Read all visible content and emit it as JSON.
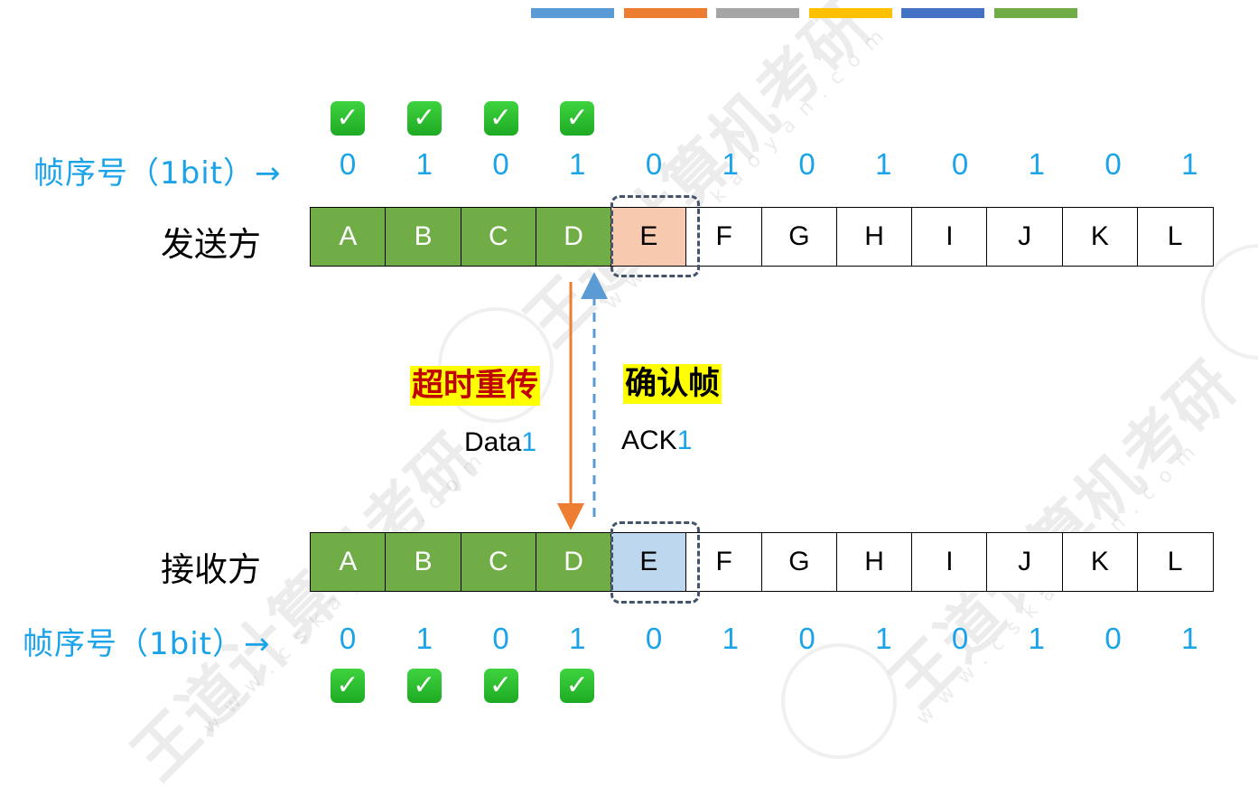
{
  "top_bar_colors": [
    "#5b9bd5",
    "#ed7d31",
    "#a5a5a5",
    "#ffc000",
    "#4472c4",
    "#70ad47"
  ],
  "sequence_label": "帧序号（1bit）→",
  "sequence_numbers": [
    "0",
    "1",
    "0",
    "1",
    "0",
    "1",
    "0",
    "1",
    "0",
    "1",
    "0",
    "1"
  ],
  "sender": {
    "label": "发送方",
    "acked_count": 4,
    "current_index": 4
  },
  "receiver": {
    "label": "接收方",
    "received_count": 4,
    "current_index": 4
  },
  "frames": [
    "A",
    "B",
    "C",
    "D",
    "E",
    "F",
    "G",
    "H",
    "I",
    "J",
    "K",
    "L"
  ],
  "check_mark": "✓",
  "timeout_label": "超时重传",
  "ack_frame_label": "确认帧",
  "data_message": {
    "text": "Data",
    "seq": "1"
  },
  "ack_message": {
    "text": "ACK",
    "seq": "1"
  },
  "watermark": {
    "url": "www.cskaoyan.com",
    "brand": "王道计算机考研"
  },
  "colors": {
    "accent_blue": "#1aa3e8",
    "frame_green": "#70ad47",
    "sender_window": "#f7c9ae",
    "receiver_window": "#bdd7ee",
    "data_arrow": "#ed7d31",
    "ack_arrow": "#5b9bd5",
    "timeout_text": "#c00000"
  }
}
